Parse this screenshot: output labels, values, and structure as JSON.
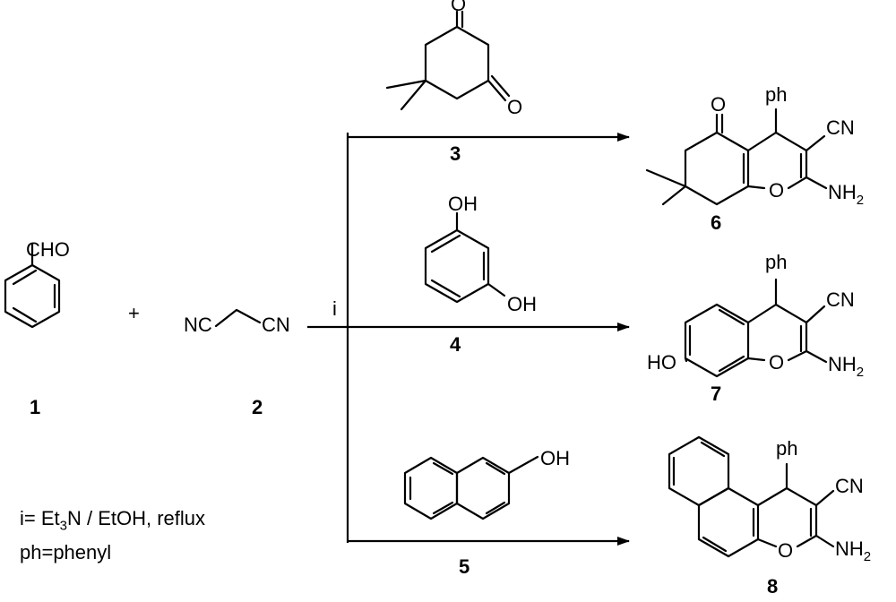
{
  "compounds": {
    "c1": {
      "number": "1",
      "group": "CHO"
    },
    "c2": {
      "number": "2",
      "left": "NC",
      "right": "CN"
    },
    "c3": {
      "number": "3",
      "o_top": "O",
      "o_bottom": "O"
    },
    "c4": {
      "number": "4",
      "oh_top": "OH",
      "oh_bottom": "OH"
    },
    "c5": {
      "number": "5",
      "oh": "OH"
    },
    "c6": {
      "number": "6",
      "ketone": "O",
      "ring_o": "O",
      "ph": "ph",
      "cn": "CN",
      "amine": "NH",
      "amine_sub": "2"
    },
    "c7": {
      "number": "7",
      "ho": "HO",
      "ring_o": "O",
      "ph": "ph",
      "cn": "CN",
      "amine": "NH",
      "amine_sub": "2"
    },
    "c8": {
      "number": "8",
      "ring_o": "O",
      "ph": "ph",
      "cn": "CN",
      "amine": "NH",
      "amine_sub": "2"
    }
  },
  "plus": "+",
  "condition_label": "i",
  "notes": {
    "conditions_prefix": "i= Et",
    "conditions_sub": "3",
    "conditions_suffix": "N / EtOH, reflux",
    "ph_definition": "ph=phenyl"
  }
}
